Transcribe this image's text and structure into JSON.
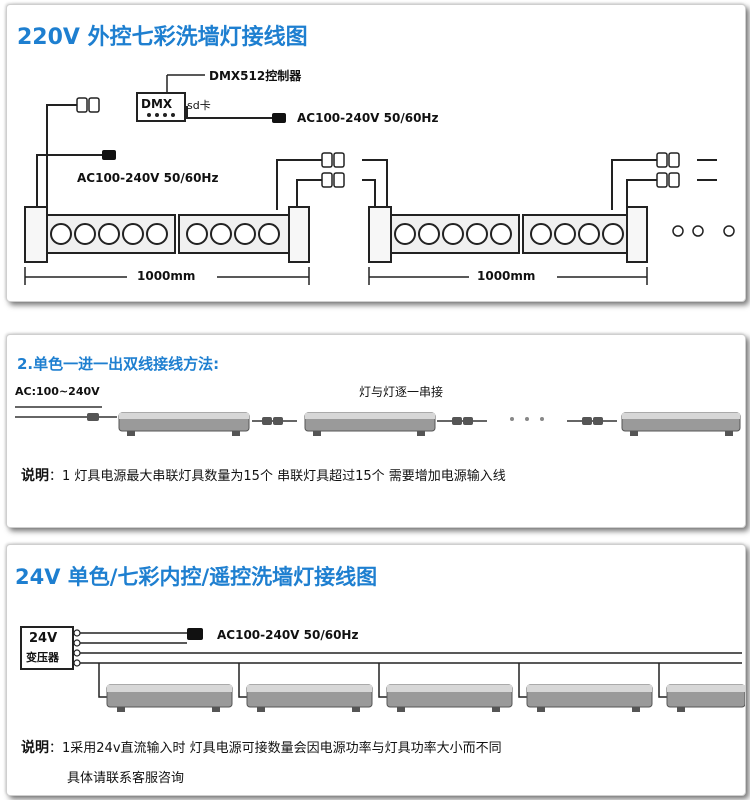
{
  "colors": {
    "title_blue": "#1e7fd0",
    "panel_border": "#cfcfcf",
    "line": "#222222"
  },
  "panel1": {
    "title": "220V  外控七彩洗墙灯接线图",
    "controller_label": "DMX512控制器",
    "controller_box": "DMX",
    "sd_label": "sd卡",
    "ac_label_top": "AC100-240V  50/60Hz",
    "ac_label_left": "AC100-240V  50/60Hz",
    "dim_left": "1000mm",
    "dim_right": "1000mm"
  },
  "panel2": {
    "title": "2.单色一进一出双线接线方法:",
    "ac_label": "AC:100~240V",
    "series_label": "灯与灯逐一串接",
    "note_prefix": "说明",
    "note_text": "：1 灯具电源最大串联灯具数量为15个  串联灯具超过15个  需要增加电源输入线"
  },
  "panel3": {
    "title": "24V 单色/七彩内控/遥控洗墙灯接线图",
    "transformer_top": "24V",
    "transformer_bottom": "变压器",
    "ac_label": "AC100-240V  50/60Hz",
    "note_prefix": "说明",
    "note_line1": "：1采用24v直流输入时 灯具电源可接数量会因电源功率与灯具功率大小而不同",
    "note_line2": "具体请联系客服咨询"
  }
}
